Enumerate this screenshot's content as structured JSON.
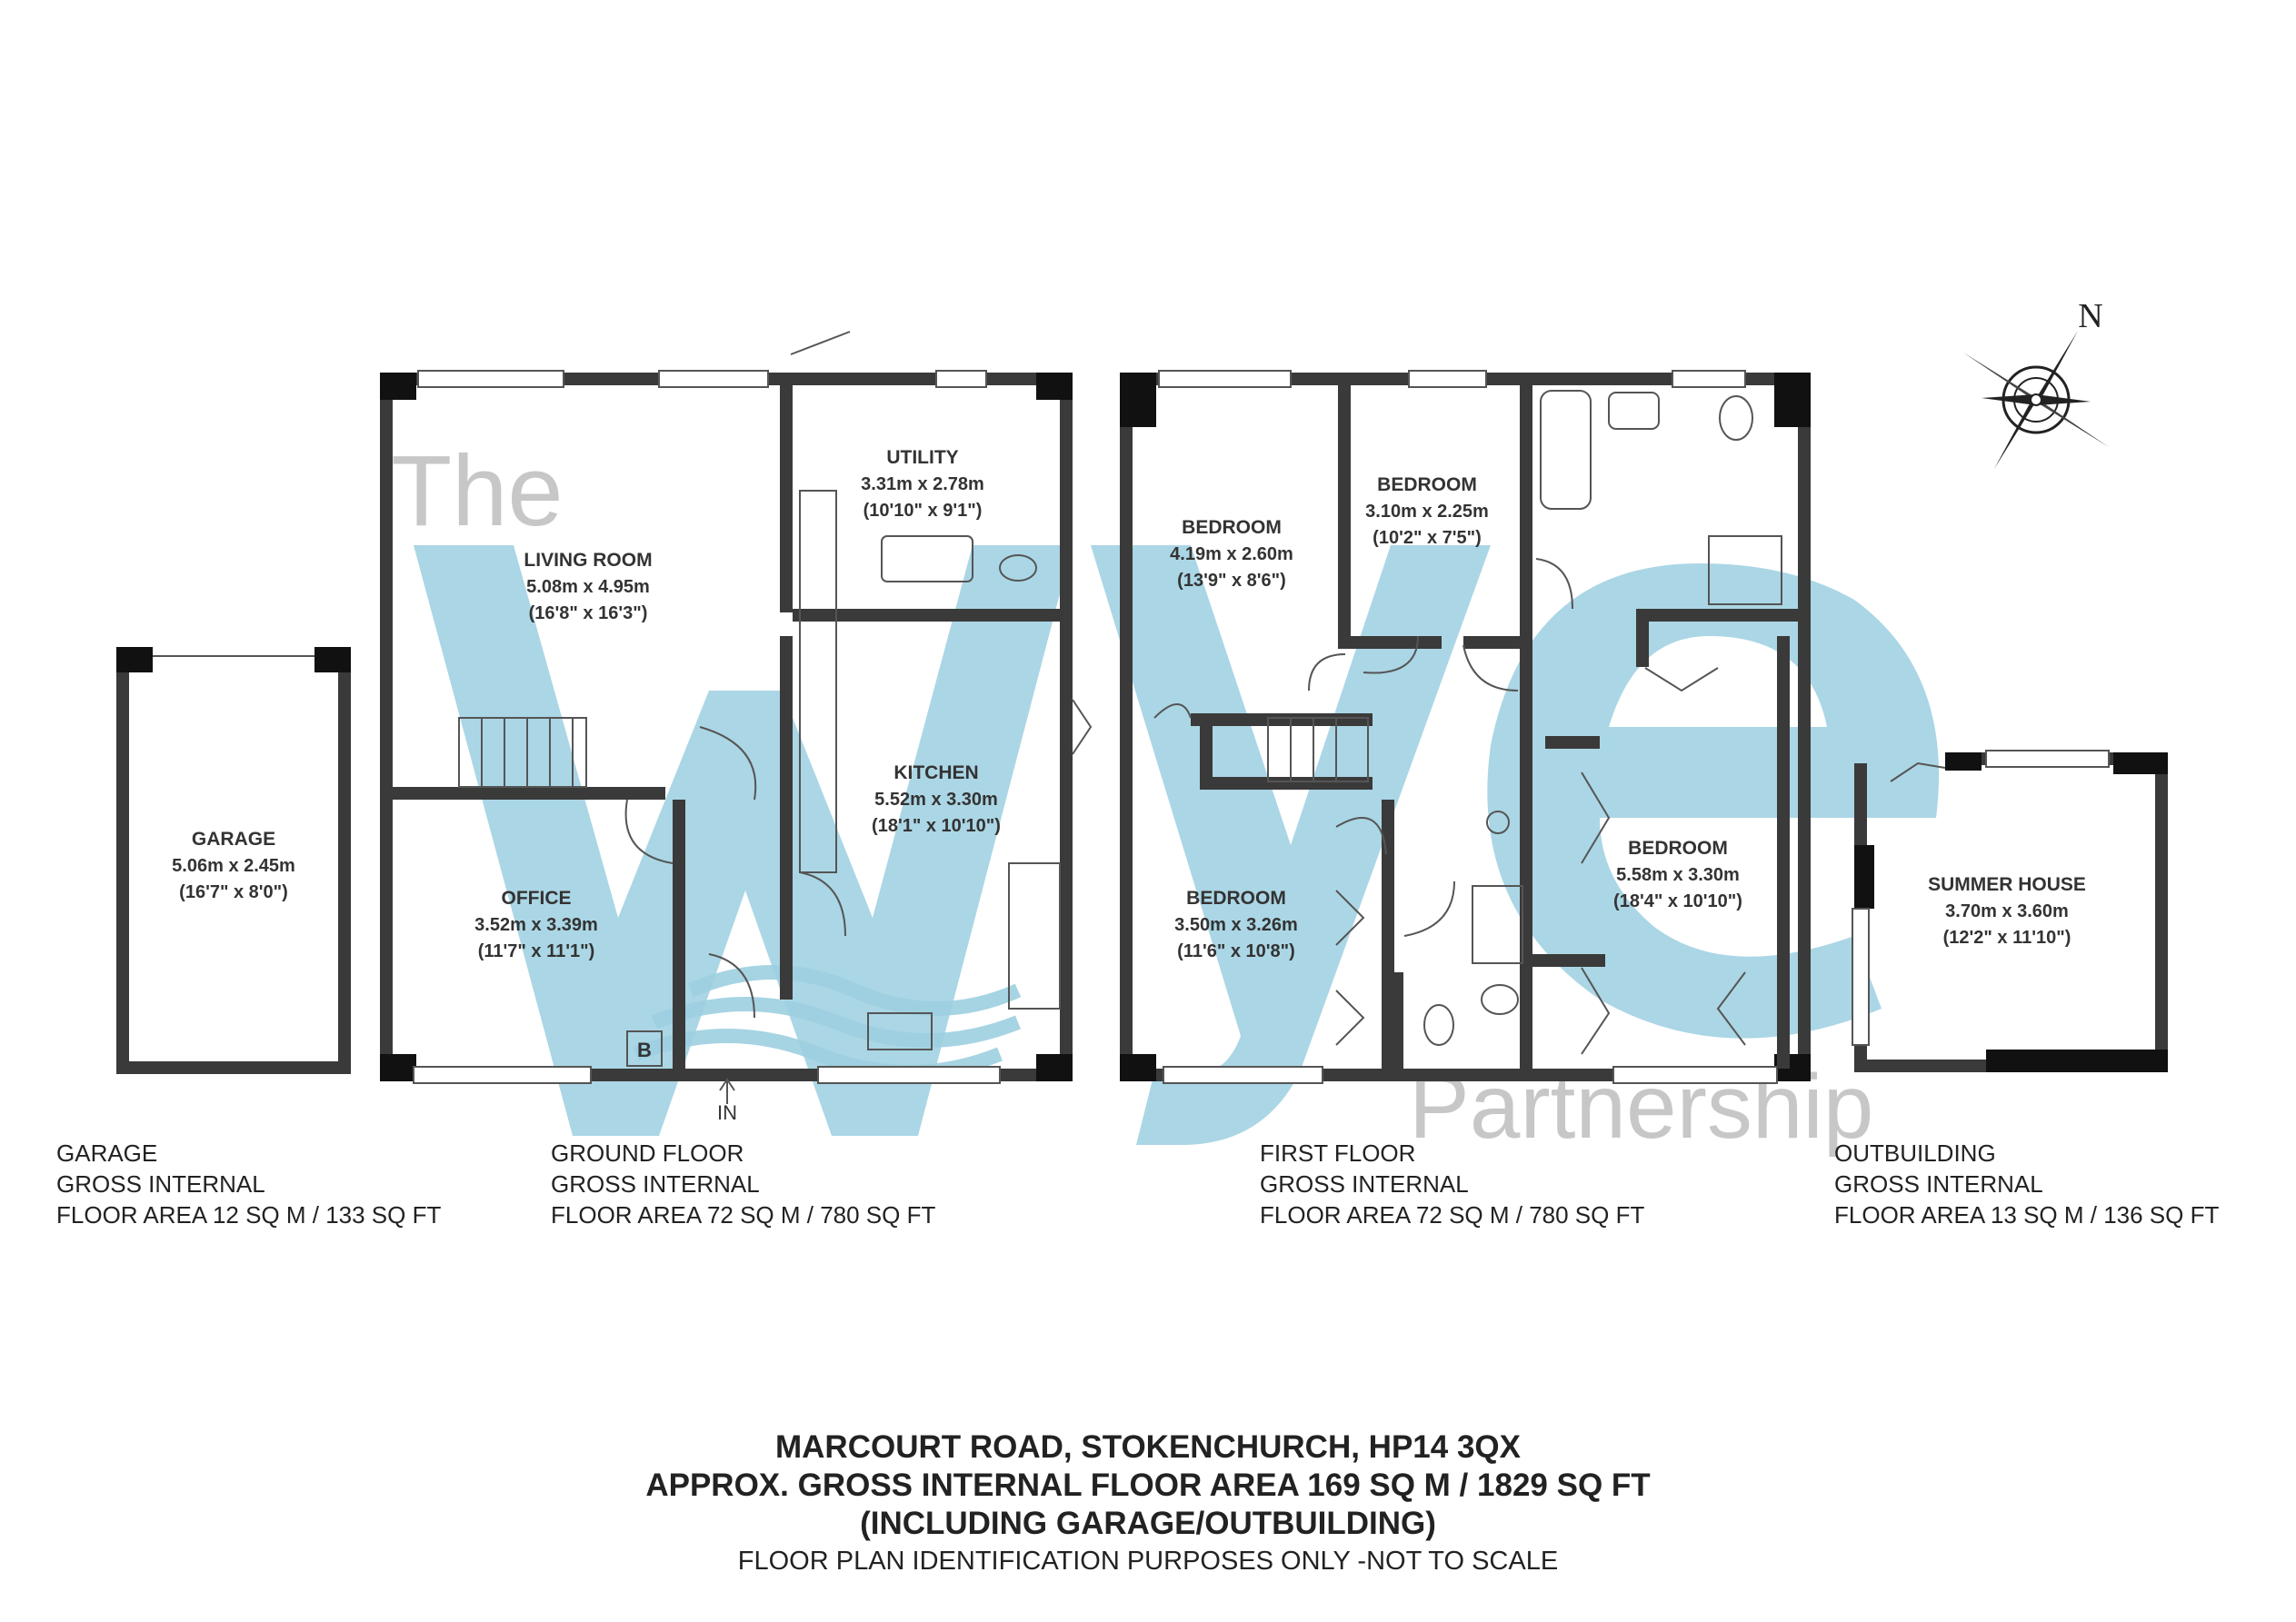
{
  "brand": {
    "watermark_the": "The",
    "watermark_partnership": "Partnership",
    "watermark_color": "#9ccfe0"
  },
  "compass": {
    "label": "N"
  },
  "rooms": {
    "garage": {
      "name": "GARAGE",
      "metric": "5.06m x 2.45m",
      "imperial": "(16'7\" x 8'0\")"
    },
    "living_room": {
      "name": "LIVING ROOM",
      "metric": "5.08m x 4.95m",
      "imperial": "(16'8\" x 16'3\")"
    },
    "utility": {
      "name": "UTILITY",
      "metric": "3.31m x 2.78m",
      "imperial": "(10'10\" x 9'1\")"
    },
    "kitchen": {
      "name": "KITCHEN",
      "metric": "5.52m x 3.30m",
      "imperial": "(18'1\" x 10'10\")"
    },
    "office": {
      "name": "OFFICE",
      "metric": "3.52m x 3.39m",
      "imperial": "(11'7\" x 11'1\")"
    },
    "bedroom_1": {
      "name": "BEDROOM",
      "metric": "4.19m x 2.60m",
      "imperial": "(13'9\" x 8'6\")"
    },
    "bedroom_2": {
      "name": "BEDROOM",
      "metric": "3.10m x 2.25m",
      "imperial": "(10'2\" x 7'5\")"
    },
    "bedroom_3": {
      "name": "BEDROOM",
      "metric": "3.50m x 3.26m",
      "imperial": "(11'6\" x 10'8\")"
    },
    "bedroom_4": {
      "name": "BEDROOM",
      "metric": "5.58m x 3.30m",
      "imperial": "(18'4\" x 10'10\")"
    },
    "summer_house": {
      "name": "SUMMER HOUSE",
      "metric": "3.70m x 3.60m",
      "imperial": "(12'2\" x 11'10\")"
    }
  },
  "markers": {
    "boiler": "B",
    "entrance": "IN"
  },
  "areas": {
    "garage": {
      "line1": "GARAGE",
      "line2": "GROSS INTERNAL",
      "line3": "FLOOR AREA 12 SQ M / 133 SQ FT"
    },
    "ground": {
      "line1": "GROUND FLOOR",
      "line2": "GROSS INTERNAL",
      "line3": "FLOOR AREA 72 SQ M / 780 SQ FT"
    },
    "first": {
      "line1": "FIRST FLOOR",
      "line2": "GROSS INTERNAL",
      "line3": "FLOOR AREA 72 SQ M / 780 SQ FT"
    },
    "outbuilding": {
      "line1": "OUTBUILDING",
      "line2": "GROSS INTERNAL",
      "line3": "FLOOR AREA 13 SQ M / 136 SQ FT"
    }
  },
  "footer": {
    "address": "MARCOURT ROAD, STOKENCHURCH, HP14 3QX",
    "total_area": "APPROX. GROSS INTERNAL FLOOR AREA 169 SQ M / 1829 SQ FT",
    "including": "(INCLUDING GARAGE/OUTBUILDING)",
    "disclaimer": "FLOOR PLAN IDENTIFICATION PURPOSES ONLY -NOT TO SCALE"
  }
}
